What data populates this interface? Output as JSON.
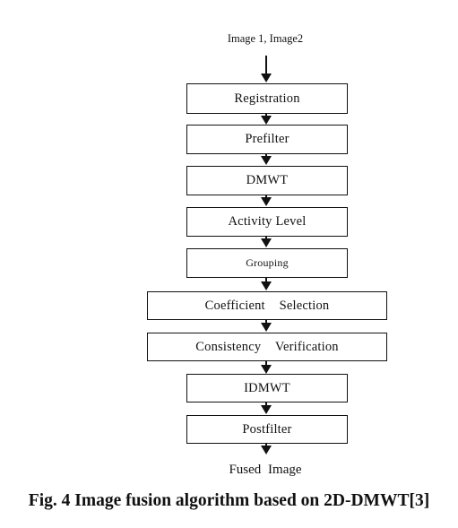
{
  "diagram": {
    "input_label": "Image 1, Image2",
    "steps": [
      {
        "label": "Registration"
      },
      {
        "label": "Prefilter"
      },
      {
        "label": "DMWT"
      },
      {
        "label": "Activity Level"
      },
      {
        "label": "Grouping"
      },
      {
        "label": "Coefficient Selection"
      },
      {
        "label": "Consistency Verification"
      },
      {
        "label": "IDMWT"
      },
      {
        "label": "Postfilter"
      }
    ],
    "output_label": "Fused Image"
  },
  "caption": "Fig. 4 Image fusion algorithm based on 2D-DMWT[3]"
}
